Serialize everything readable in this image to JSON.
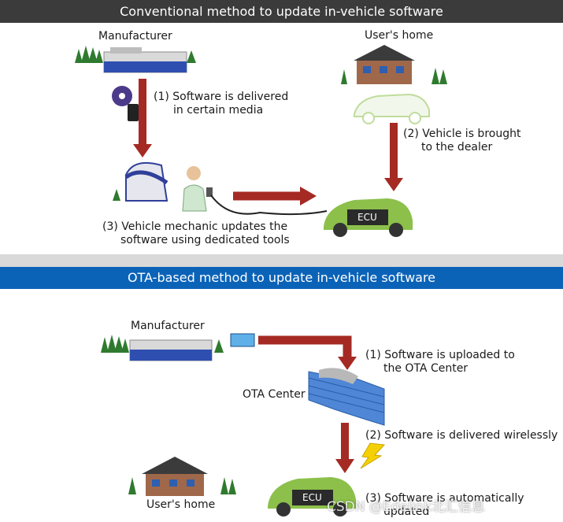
{
  "conventional": {
    "title": "Conventional method to update in-vehicle software",
    "manufacturer": "Manufacturer",
    "users_home": "User's home",
    "step1_line1": "(1) Software is delivered",
    "step1_line2": "in certain media",
    "step2_line1": "(2) Vehicle is brought",
    "step2_line2": "to the dealer",
    "step3_line1": "(3) Vehicle mechanic updates the",
    "step3_line2": "software using dedicated tools",
    "ecu": "ECU"
  },
  "ota": {
    "title": "OTA-based method to update in-vehicle software",
    "manufacturer": "Manufacturer",
    "ota_center": "OTA Center",
    "users_home": "User's home",
    "step1_line1": "(1) Software is uploaded to",
    "step1_line2": "the OTA Center",
    "step2": "(2) Software is delivered wirelessly",
    "step3_line1": "(3) Software is automatically",
    "step3_line2": "updated",
    "ecu": "ECU"
  },
  "watermark": "CSDN @Edelink北汇信息",
  "colors": {
    "arrow": "#a52a24",
    "car_green": "#8cc04b",
    "ecu_box": "#2a2a2a",
    "ota_banner": "#0b63b8",
    "conv_banner": "#3b3b3b"
  }
}
